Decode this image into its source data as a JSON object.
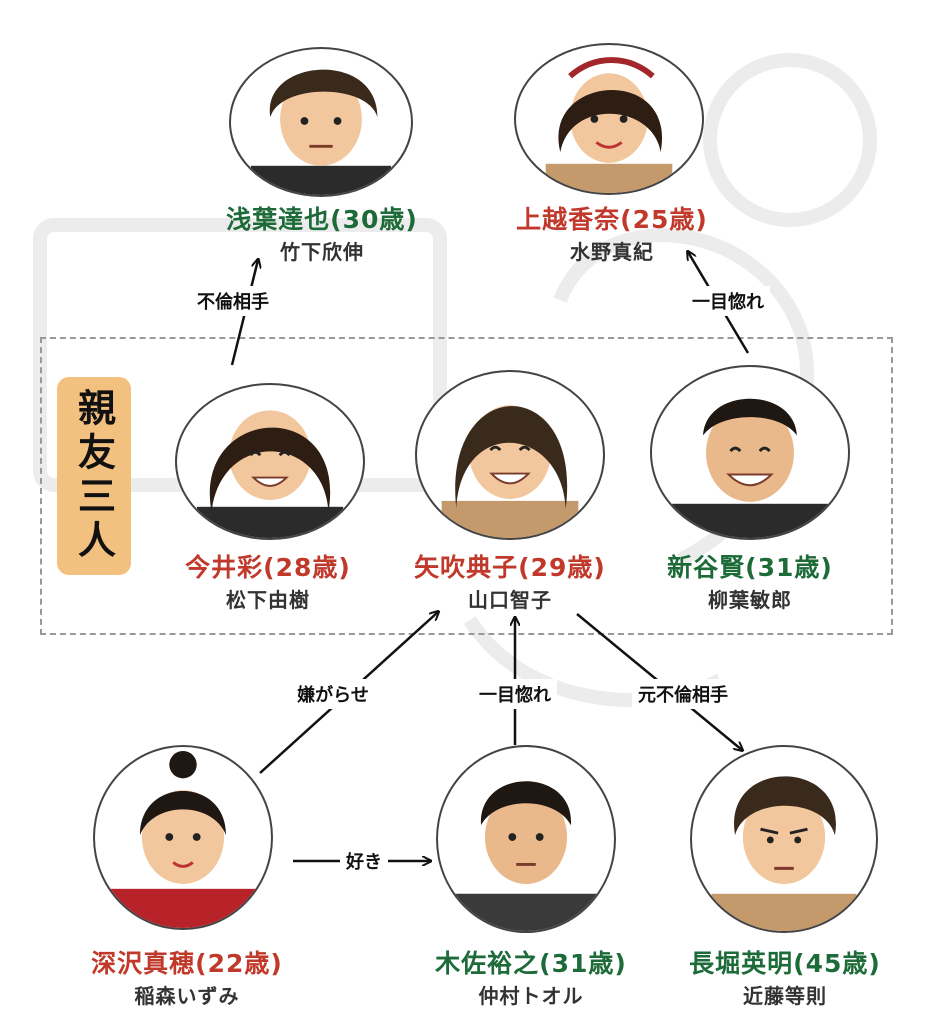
{
  "group": {
    "label": "親友三人"
  },
  "people": [
    {
      "key": "asaba",
      "name": "浅葉達也(30歳)",
      "actor": "竹下欣伸"
    },
    {
      "key": "kamikoshi",
      "name": "上越香奈(25歳)",
      "actor": "水野真紀"
    },
    {
      "key": "imai",
      "name": "今井彩(28歳)",
      "actor": "松下由樹"
    },
    {
      "key": "yabuki",
      "name": "矢吹典子(29歳)",
      "actor": "山口智子"
    },
    {
      "key": "shintani",
      "name": "新谷賢(31歳)",
      "actor": "柳葉敏郎"
    },
    {
      "key": "fukasawa",
      "name": "深沢真穂(22歳)",
      "actor": "稲森いずみ"
    },
    {
      "key": "kisa",
      "name": "木佐裕之(31歳)",
      "actor": "仲村トオル"
    },
    {
      "key": "nagahori",
      "name": "長堀英明(45歳)",
      "actor": "近藤等則"
    }
  ],
  "relations": [
    {
      "from": "今井彩",
      "to": "浅葉達也",
      "label": "不倫相手"
    },
    {
      "from": "新谷賢",
      "to": "上越香奈",
      "label": "一目惚れ"
    },
    {
      "from": "深沢真穂",
      "to": "矢吹典子",
      "label": "嫌がらせ"
    },
    {
      "from": "木佐裕之",
      "to": "矢吹典子",
      "label": "一目惚れ"
    },
    {
      "from": "矢吹典子",
      "to": "長堀英明",
      "label": "元不倫相手"
    },
    {
      "from": "深沢真穂",
      "to": "木佐裕之",
      "label": "好き"
    }
  ]
}
